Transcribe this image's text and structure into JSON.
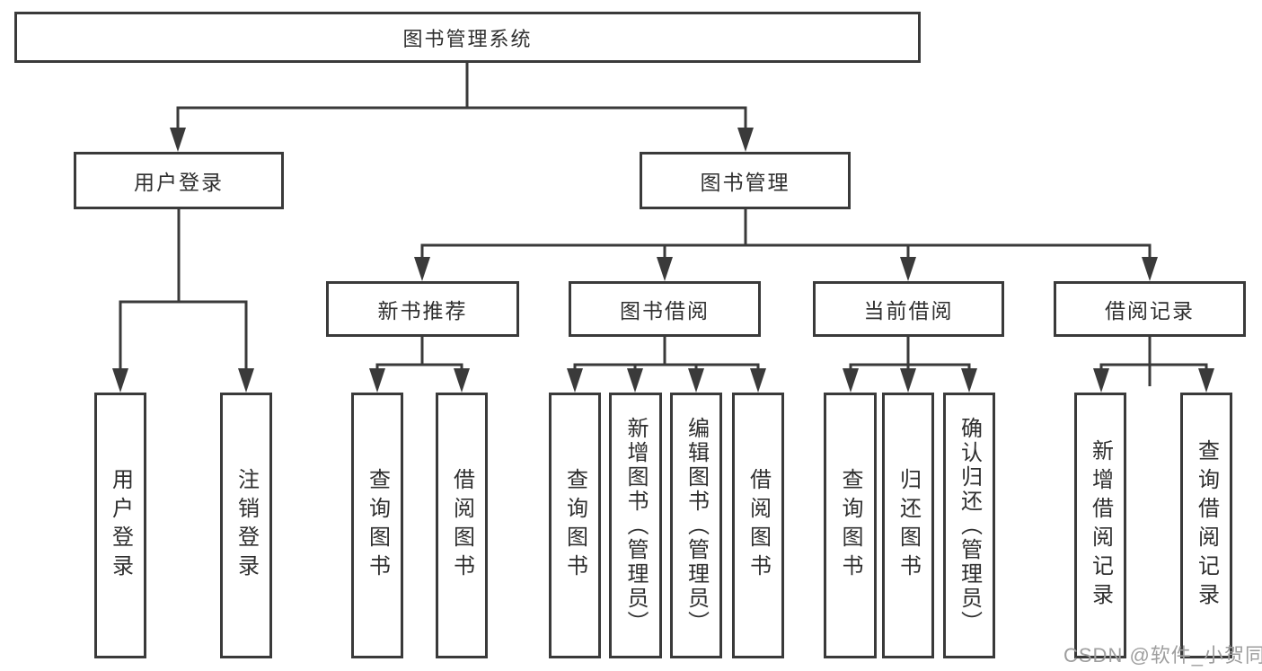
{
  "colors": {
    "line": "#3a3a3a",
    "box_border": "#3a3a3a",
    "text": "#2f2f2f",
    "watermark": "#9e9e9e",
    "background": "#ffffff"
  },
  "tree": {
    "root": {
      "label": "图书管理系统",
      "children": [
        {
          "label": "用户登录",
          "children": [
            {
              "label": "用户登录"
            },
            {
              "label": "注销登录"
            }
          ]
        },
        {
          "label": "图书管理",
          "children": [
            {
              "label": "新书推荐",
              "children": [
                {
                  "label": "查询图书"
                },
                {
                  "label": "借阅图书"
                }
              ]
            },
            {
              "label": "图书借阅",
              "children": [
                {
                  "label": "查询图书"
                },
                {
                  "label": "新增图书（管理员）"
                },
                {
                  "label": "编辑图书（管理员）"
                },
                {
                  "label": "借阅图书"
                }
              ]
            },
            {
              "label": "当前借阅",
              "children": [
                {
                  "label": "查询图书"
                },
                {
                  "label": "归还图书"
                },
                {
                  "label": "确认归还（管理员）"
                }
              ]
            },
            {
              "label": "借阅记录",
              "children": [
                {
                  "label": "新增借阅记录"
                },
                {
                  "label": "查询借阅记录"
                }
              ]
            }
          ]
        }
      ]
    }
  },
  "watermark": {
    "text": "CSDN @软件_小贺同学"
  }
}
